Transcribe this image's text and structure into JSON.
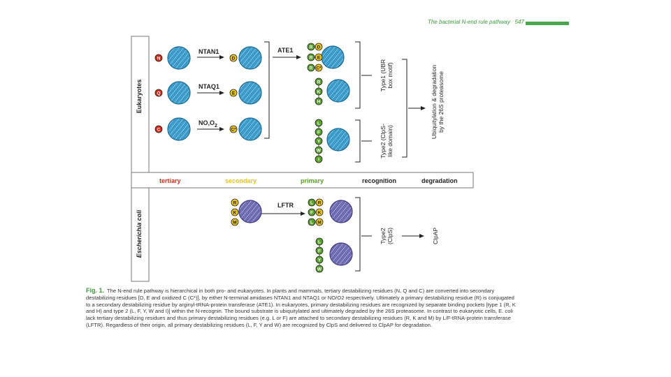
{
  "header": {
    "running_title": "The bacterial N-end rule pathway",
    "page_number": "547"
  },
  "colors": {
    "tertiary": "#d42a1a",
    "secondary": "#e8c41a",
    "primary": "#5aa02c",
    "protein_eukaryote": "#3a9ac8",
    "protein_ecoli": "#7a78b8",
    "accent": "#4aa84a"
  },
  "organisms": {
    "eukaryotes": "Eukaryotes",
    "ecoli": "Escherichia coli"
  },
  "enzymes": {
    "ntan1": "NTAN1",
    "ntaq1": "NTAQ1",
    "no_o2": "NO,O",
    "no_o2_sub": "2",
    "ate1": "ATE1",
    "lftr": "LFTR"
  },
  "stages": {
    "tertiary": "tertiary",
    "secondary": "secondary",
    "primary": "primary",
    "recognition": "recognition",
    "degradation": "degradation"
  },
  "recognition": {
    "type1": [
      "Type1 (UBR",
      "box motif)"
    ],
    "type2_euk": [
      "Type2 (ClpS-",
      "like domain)"
    ],
    "type2_ecoli": [
      "Type2",
      "(ClpS)"
    ]
  },
  "degradation": {
    "eukaryote": [
      "Ubiquitylation & degradation",
      "by the 26S proteasome"
    ],
    "ecoli": "ClpAP"
  },
  "residues": {
    "euk_tertiary": [
      "N",
      "Q",
      "C"
    ],
    "euk_secondary": [
      "D",
      "E",
      "C*"
    ],
    "euk_primary_type1": [
      "R",
      "K",
      "H"
    ],
    "euk_ate1_products": [
      [
        "R",
        "D"
      ],
      [
        "R",
        "E"
      ],
      [
        "R",
        "C*"
      ]
    ],
    "euk_primary_type2": [
      "L",
      "F",
      "Y",
      "W",
      "I"
    ],
    "ecoli_secondary": [
      "R",
      "K",
      "M"
    ],
    "ecoli_lftr_products": [
      [
        "L",
        "R"
      ],
      [
        "F",
        "K"
      ],
      [
        "L",
        "M"
      ]
    ],
    "ecoli_primary": [
      "L",
      "F",
      "Y",
      "W"
    ]
  },
  "caption": {
    "label": "Fig. 1.",
    "text": "The N-end rule pathway is hierarchical in both pro- and eukaryotes. In plants and mammals, tertiary destabilizing residues (N, Q and C) are converted into secondary destabilizing residues [D, E and oxidized C (C*)], by either N-terminal amidases NTAN1 and NTAQ1 or NO/O2 respectively. Ultimately a primary destabilizing residue (R) is conjugated to a secondary destabilizing residue by arginyl-tRNA-protein transferase (ATE1). In eukaryotes, primary destabilizing residues are recognized by separate binding pockets [type 1 (R, K and H) and type 2 (L, F, Y, W and I)] within the N-recognin. The bound substrate is ubiquitylated and ultimately degraded by the 26S proteasome. In contrast to eukaryotic cells, E. coli lack tertiary destabilizing residues and thus primary destabilizing residues (e.g. L or F) are attached to secondary destabilizing residues (R, K and M) by L/F-tRNA-protein transferase (LFTR). Regardless of their origin, all primary destabilizing residues (L, F, Y and W) are recognized by ClpS and delivered to ClpAP for degradation."
  }
}
